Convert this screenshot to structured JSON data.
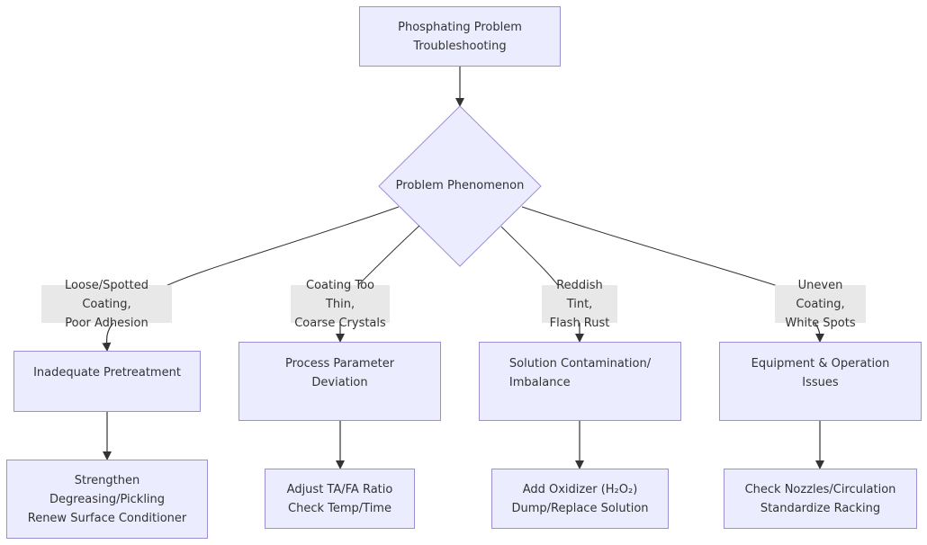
{
  "diagram": {
    "root": {
      "lines": [
        "Phosphating Problem",
        "Troubleshooting"
      ]
    },
    "decision": {
      "label": "Problem Phenomenon"
    },
    "branches": [
      {
        "condition": [
          "Loose/Spotted Coating,",
          "Poor Adhesion"
        ],
        "cause": [
          "Inadequate Pretreatment"
        ],
        "action": [
          "Strengthen",
          "Degreasing/Pickling",
          "Renew Surface Conditioner"
        ]
      },
      {
        "condition": [
          "Coating Too Thin,",
          "Coarse Crystals"
        ],
        "cause": [
          "Process Parameter",
          "Deviation"
        ],
        "action": [
          "Adjust TA/FA Ratio",
          "Check Temp/Time"
        ]
      },
      {
        "condition": [
          "Reddish Tint,",
          "Flash Rust"
        ],
        "cause": [
          "Solution Contamination/",
          "Imbalance"
        ],
        "action": [
          "Add Oxidizer (H₂O₂)",
          "Dump/Replace Solution"
        ]
      },
      {
        "condition": [
          "Uneven Coating,",
          "White Spots"
        ],
        "cause": [
          "Equipment & Operation",
          "Issues"
        ],
        "action": [
          "Check Nozzles/Circulation",
          "Standardize Racking"
        ]
      }
    ]
  },
  "colors": {
    "node_fill": "#ececff",
    "node_stroke": "#9b8fd6",
    "edge": "#333333",
    "label_bg": "#e8e8e8"
  }
}
